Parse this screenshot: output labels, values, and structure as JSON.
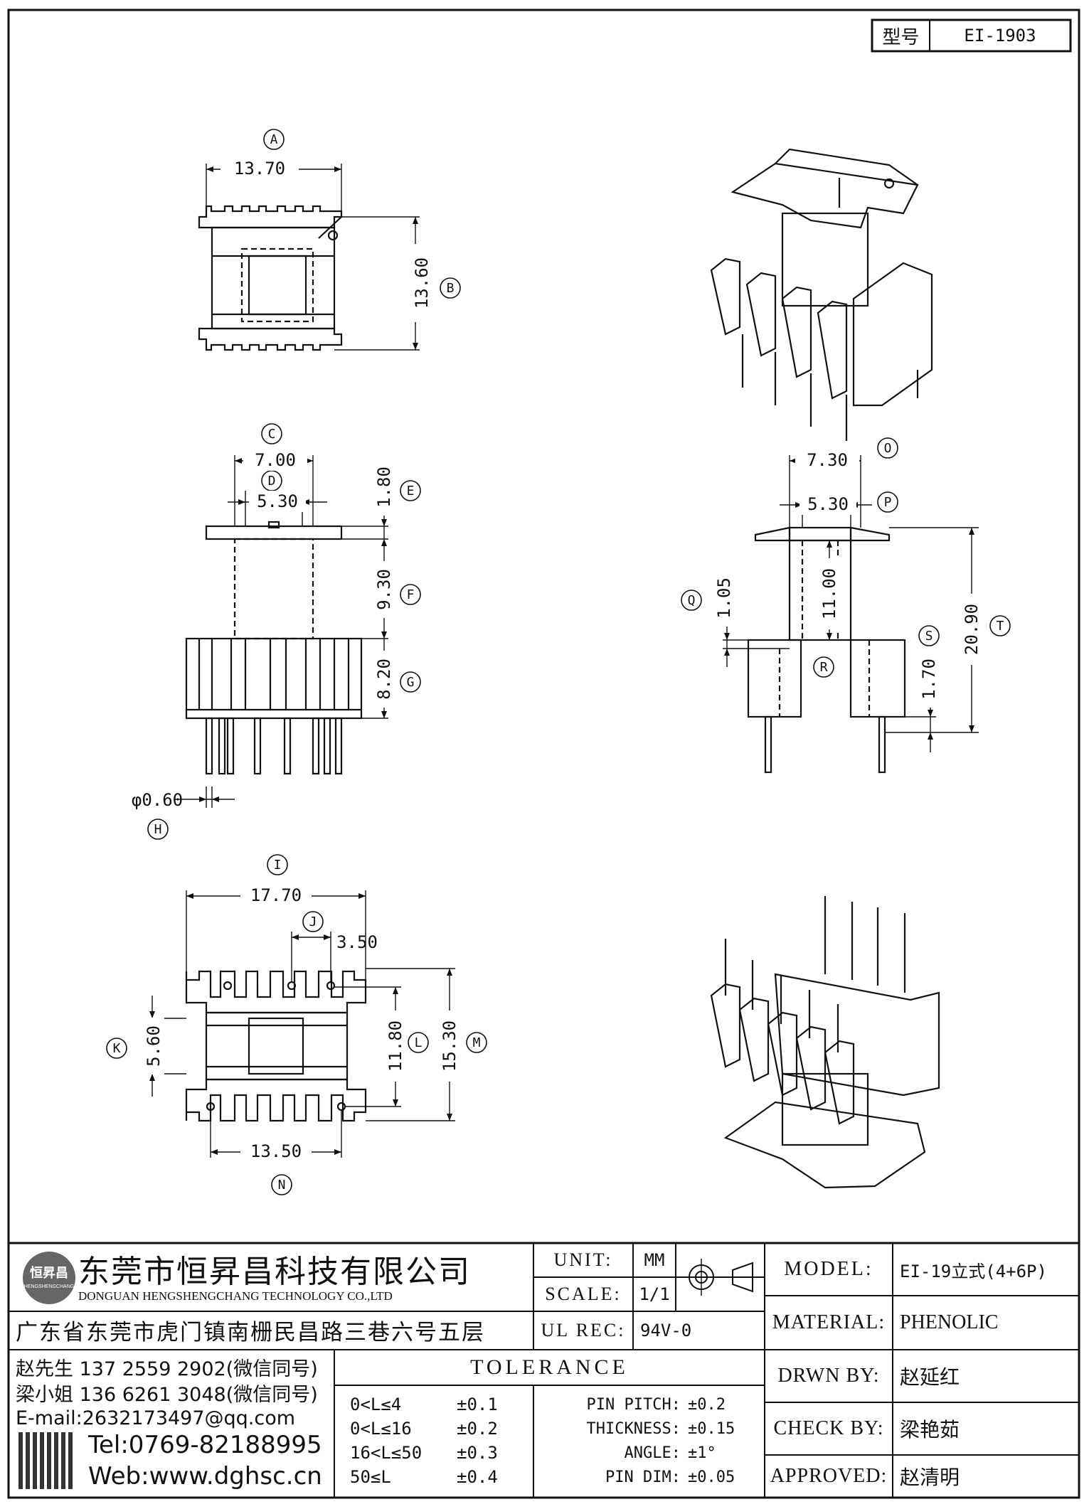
{
  "header": {
    "model_label": "型号",
    "model_value": "EI-1903"
  },
  "views": {
    "top": {
      "width_label": "A",
      "width_value": "13.70",
      "height_label": "B",
      "height_value": "13.60"
    },
    "front": {
      "c_label": "C",
      "c_value": "7.00",
      "d_label": "D",
      "d_value": "5.30",
      "e_label": "E",
      "e_value": "1.80",
      "f_label": "F",
      "f_value": "9.30",
      "g_label": "G",
      "g_value": "8.20",
      "h_label": "H",
      "h_value": "φ0.60"
    },
    "side": {
      "o_label": "O",
      "o_value": "7.30",
      "p_label": "P",
      "p_value": "5.30",
      "q_label": "Q",
      "q_value": "1.05",
      "r_label": "R",
      "r_value": "11.00",
      "s_label": "S",
      "s_value": "1.70",
      "t_label": "T",
      "t_value": "20.90"
    },
    "bottom": {
      "i_label": "I",
      "i_value": "17.70",
      "j_label": "J",
      "j_value": "3.50",
      "k_label": "K",
      "k_value": "5.60",
      "l_label": "L",
      "l_value": "11.80",
      "m_label": "M",
      "m_value": "15.30",
      "n_label": "N",
      "n_value": "13.50"
    }
  },
  "company": {
    "name_cn": "东莞市恒昇昌科技有限公司",
    "name_en": "DONGUAN HENGSHENGCHANG TECHNOLOGY CO.,LTD",
    "logo_text": "恒昇昌",
    "logo_sub": "HENGSHENGCHANG",
    "address": "广东省东莞市虎门镇南栅民昌路三巷六号五层",
    "contacts": [
      "赵先生 137 2559 2902(微信同号)",
      "梁小姐 136 6261 3048(微信同号)",
      "E-mail:2632173497@qq.com"
    ],
    "tel": "Tel:0769-82188995",
    "web": "Web:www.dghsc.cn"
  },
  "specs": {
    "unit_label": "UNIT:",
    "unit_value": "MM",
    "scale_label": "SCALE:",
    "scale_value": "1/1",
    "ul_label": "UL REC:",
    "ul_value": "94V-0"
  },
  "tolerance": {
    "title": "TOLERANCE",
    "ranges": [
      {
        "range": "0<L≤4",
        "tol": "±0.1"
      },
      {
        "range": "0<L≤16",
        "tol": "±0.2"
      },
      {
        "range": "16<L≤50",
        "tol": "±0.3"
      },
      {
        "range": "50≤L",
        "tol": "±0.4"
      }
    ],
    "others": [
      {
        "label": "PIN PITCH:",
        "tol": "±0.2"
      },
      {
        "label": "THICKNESS:",
        "tol": "±0.15"
      },
      {
        "label": "ANGLE:",
        "tol": "±1°"
      },
      {
        "label": "PIN DIM:",
        "tol": "±0.05"
      }
    ]
  },
  "info": {
    "model_label": "MODEL:",
    "model_value": "EI-19立式(4+6P)",
    "material_label": "MATERIAL:",
    "material_value": "PHENOLIC",
    "drawn_label": "DRWN BY:",
    "drawn_value": "赵延红",
    "check_label": "CHECK BY:",
    "check_value": "梁艳茹",
    "approved_label": "APPROVED:",
    "approved_value": "赵清明"
  }
}
